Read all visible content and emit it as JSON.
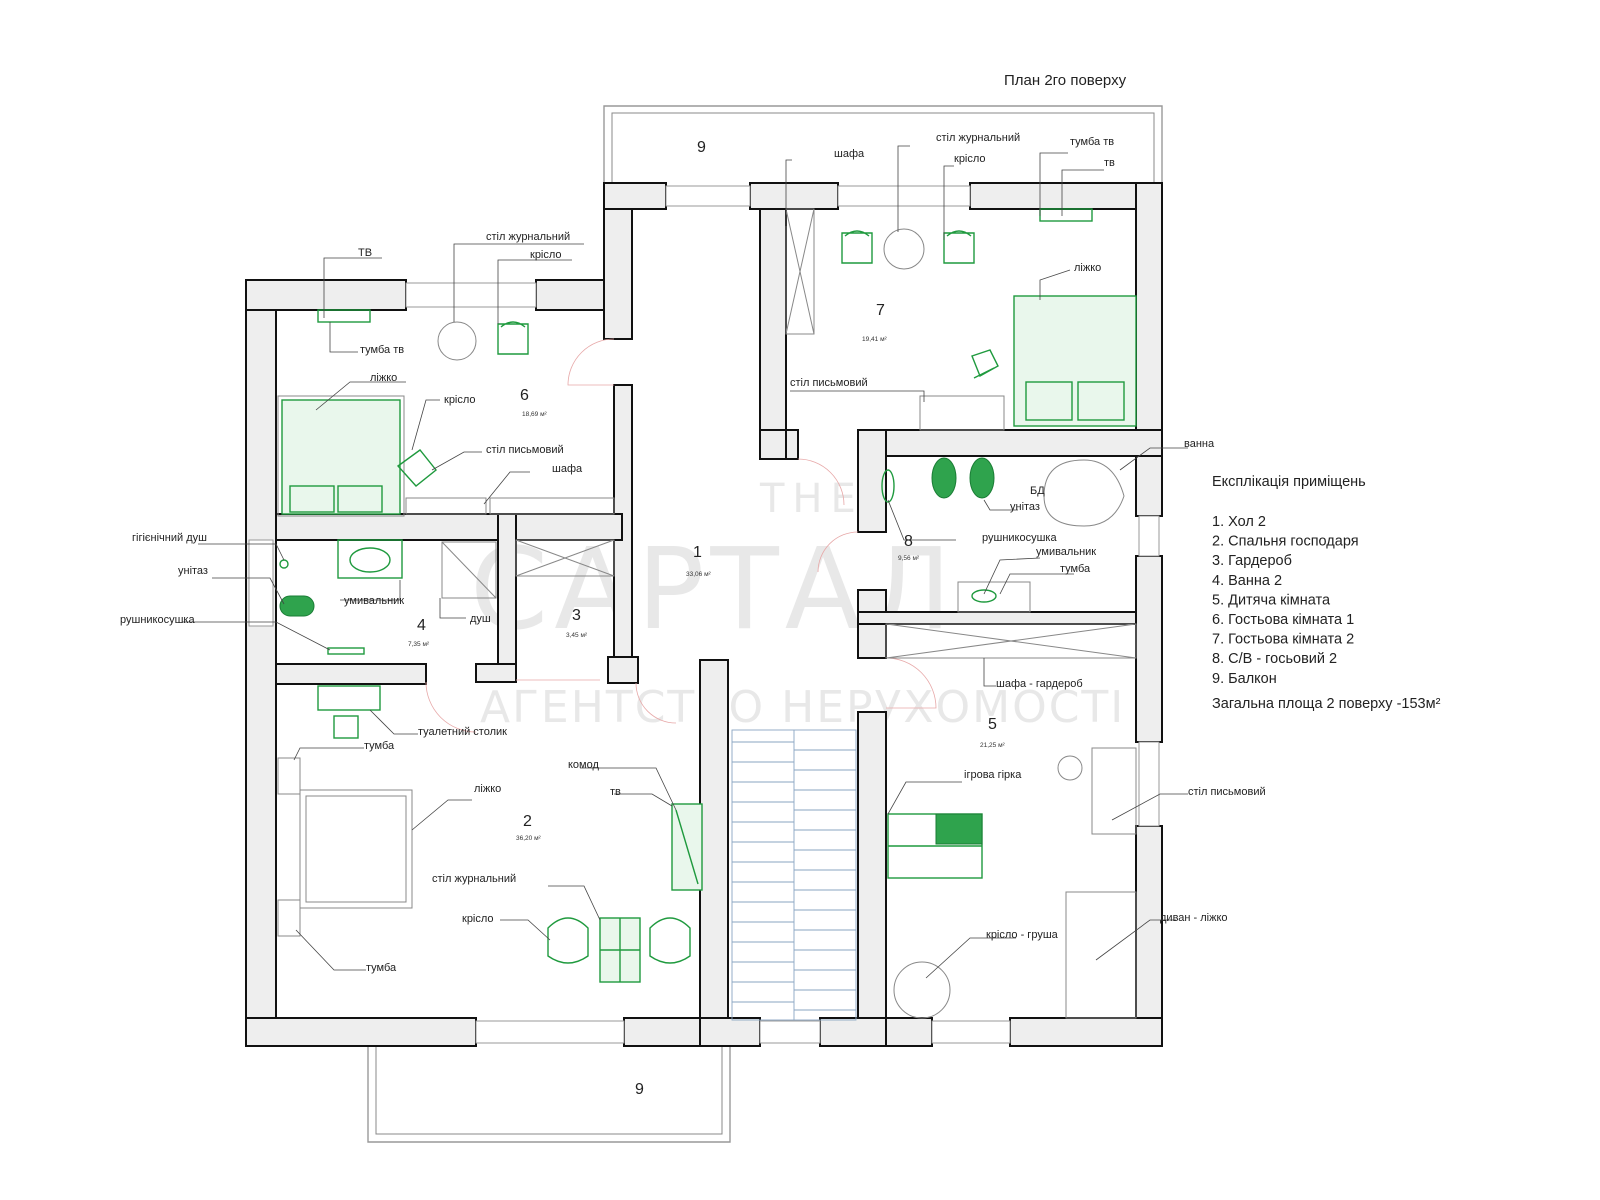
{
  "title": "План 2го поверху",
  "rooms": {
    "r1": {
      "number": "1",
      "area": "33,06 м²"
    },
    "r2": {
      "number": "2",
      "area": "36,20 м²"
    },
    "r3": {
      "number": "3",
      "area": "3,45 м²"
    },
    "r4": {
      "number": "4",
      "area": "7,35 м²"
    },
    "r5": {
      "number": "5",
      "area": "21,25 м²"
    },
    "r6": {
      "number": "6",
      "area": "18,69 м²"
    },
    "r7": {
      "number": "7",
      "area": "19,41 м²"
    },
    "r8": {
      "number": "8",
      "area": "9,56 м²"
    },
    "balcony_top": {
      "number": "9"
    },
    "balcony_bottom": {
      "number": "9"
    }
  },
  "labels": {
    "shafa_top": "шафа",
    "stil_zhurnalnyi_top": "стіл журнальний",
    "kryslo_r7": "крісло",
    "tumba_tv_r7": "тумба тв",
    "tv_r7": "тв",
    "lizhko_r7": "ліжко",
    "stil_pysmovyi_r7": "стіл письмовий",
    "vanna": "ванна",
    "bd": "БД",
    "unitaz_r8": "унітаз",
    "rushnykosushka_r8": "рушникосушка",
    "umyvalnyk_r8": "умивальник",
    "tumba_r8": "тумба",
    "shafa_garderob": "шафа - гардероб",
    "tv_r6": "ТВ",
    "stil_zhurnalnyi_r6": "стіл журнальний",
    "kryslo_r6_top": "крісло",
    "tumba_tv_r6": "тумба тв",
    "lizhko_r6": "ліжко",
    "kryslo_r6": "крісло",
    "stil_pysmovyi_r6": "стіл письмовий",
    "shafa_r6": "шафа",
    "gigienichnyi_dush": "гігієнічний душ",
    "unitaz_r4": "унітаз",
    "umyvalnyk_r4": "умивальник",
    "dush": "душ",
    "rushnykosushka_r4": "рушникосушка",
    "tualetnyi_stolyk": "туалетний столик",
    "tumba_r2_top": "тумба",
    "lizhko_r2": "ліжко",
    "komod": "комод",
    "tv_r2": "тв",
    "stil_zhurnalnyi_r2": "стіл журнальний",
    "kryslo_r2": "крісло",
    "tumba_r2_bottom": "тумба",
    "igrova_girka": "ігрова гірка",
    "stil_pysmovyi_r5": "стіл письмовий",
    "kryslo_grusha": "крісло - груша",
    "dyvan_lizhko": "диван - ліжко"
  },
  "legend": {
    "title": "Експлікація приміщень",
    "items": [
      "1. Хол 2",
      "2. Спальня господаря",
      "3. Гардероб",
      "4. Ванна 2",
      "5. Дитяча кімната",
      "6. Гостьова кімната 1",
      "7. Гостьова кімната 2",
      "8. С/В - госьовий 2",
      "9. Балкон"
    ],
    "total_area": "Загальна площа 2 поверху -153м²"
  },
  "watermark": {
    "line1": "THE",
    "line2": "САРТАЛ",
    "line3": "АГЕНТСТВО НЕРУХОМОСТІ"
  },
  "colors": {
    "wall": "#eeeeee",
    "furniture": "#1f9a3e",
    "door_arc": "#e7a8a8",
    "stairs": "#8aa6c2"
  }
}
